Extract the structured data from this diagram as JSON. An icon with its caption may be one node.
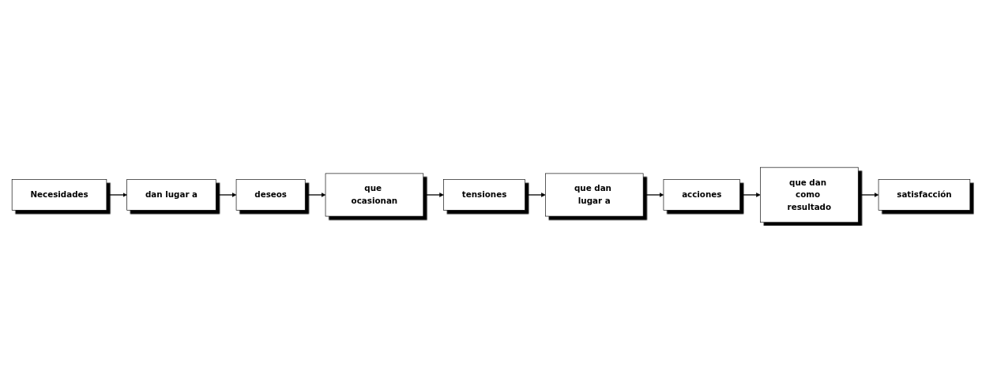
{
  "diagram": {
    "nodes": [
      {
        "text": [
          "Necesidades"
        ]
      },
      {
        "text": [
          "dan lugar a"
        ]
      },
      {
        "text": [
          "deseos"
        ]
      },
      {
        "text": [
          "que ocasionan"
        ]
      },
      {
        "text": [
          "tensiones"
        ]
      },
      {
        "text": [
          "que dan lugar a"
        ]
      },
      {
        "text": [
          "acciones"
        ]
      },
      {
        "text": [
          "que dan como resultado"
        ]
      },
      {
        "text": [
          "satisfacción"
        ]
      }
    ],
    "edges": [
      {
        "from": 0,
        "to": 1,
        "arrow": "to"
      },
      {
        "from": 1,
        "to": 2,
        "arrow": "to"
      },
      {
        "from": 2,
        "to": 3,
        "arrow": "to"
      },
      {
        "from": 3,
        "to": 4,
        "arrow": "to"
      },
      {
        "from": 4,
        "to": 5,
        "arrow": "to"
      },
      {
        "from": 5,
        "to": 6,
        "arrow": "to"
      },
      {
        "from": 6,
        "to": 7,
        "arrow": "to"
      },
      {
        "from": 7,
        "to": 8,
        "arrow": "to"
      }
    ]
  }
}
